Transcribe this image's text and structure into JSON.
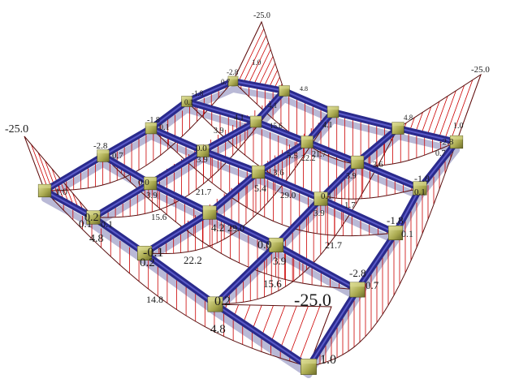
{
  "colors": {
    "beam": "#2a2a8c",
    "beam_highlight": "#5a5ac8",
    "beam_shadow": "#b9b9d6",
    "diagram_fill": "#cc0000",
    "diagram_outline": "#5a1010",
    "node": "#8a8a3a",
    "node_face": "#b8b860",
    "node_highlight": "#d8d890",
    "label": "#1a1a1a"
  },
  "labels": {
    "v_n25_left": "-25.0",
    "v_n25_top": "-25.0",
    "v_n25_right": "-25.0",
    "v_n25_front": "-25.0",
    "v_1_left": "1.0",
    "v_1_top": "1.0",
    "v_1_right": "1.0",
    "v_1_front": "1.0",
    "v_n2_8_a": "-2.8",
    "v_0_7_a": "0.7",
    "v_n2_8_b": "-2.8",
    "v_0_7_b": "0.7",
    "v_n2_8_c": "-2.8",
    "v_0_7_c": "0.7",
    "v_n2_8_d": "-2.8",
    "v_0_7_d": "0.7",
    "v_n1_8_a": "-1.8",
    "v_0_1_a": "0.1",
    "v_n1_8_b": "-1.8",
    "v_0_1_b": "0.1",
    "v_n1_8_c": "-1.8",
    "v_0_1_c": "0.1",
    "v_n1_8_d": "-1.8",
    "v_0_1_d": "0.1",
    "v_0_2_a": "0.2",
    "v_0_2_b": "0.2",
    "v_4_8_a": "4.8",
    "v_4_8_b": "4.8",
    "v_4_8_c": "4.8",
    "v_4_8_d": "4.8",
    "v_0_1_e": "0.1",
    "v_0_1_f": "-0.1",
    "v_0_1_g": "0.1",
    "v_0_2_c": "0.2",
    "v_0_0_a": "0.0",
    "v_0_0_b": "0.0",
    "v_0_0_c": "0.0",
    "v_0_1_h": "0.1",
    "v_3_9_a": "3.9",
    "v_3_9_b": "3.9",
    "v_3_9_c": "3.9",
    "v_3_9_d": "3.9",
    "v_3_9_e": "3.9",
    "v_3_9_f": "3.9",
    "v_4_1_a": "4.1",
    "v_4_1_b": "4.1",
    "v_4_1_c": "4.1",
    "v_4_2_a": "4.2",
    "v_5_5_a": "5.5",
    "v_5_4_a": "5.4",
    "v_15_6_a": "15.6",
    "v_15_6_b": "15.6",
    "v_15_6_c": "15.6",
    "v_14_8_a": "14.8",
    "v_21_7_a": "21.7",
    "v_21_7_b": "21.7",
    "v_21_7_c": "21.7",
    "v_22_2_a": "22.2",
    "v_22_2_b": "22.2",
    "v_29_0_a": "29.0",
    "v_29_0_b": "29.0",
    "v_3_6_a": "3.6",
    "v_3_6_b": "3.6",
    "v_1_7_a": "1.7"
  }
}
